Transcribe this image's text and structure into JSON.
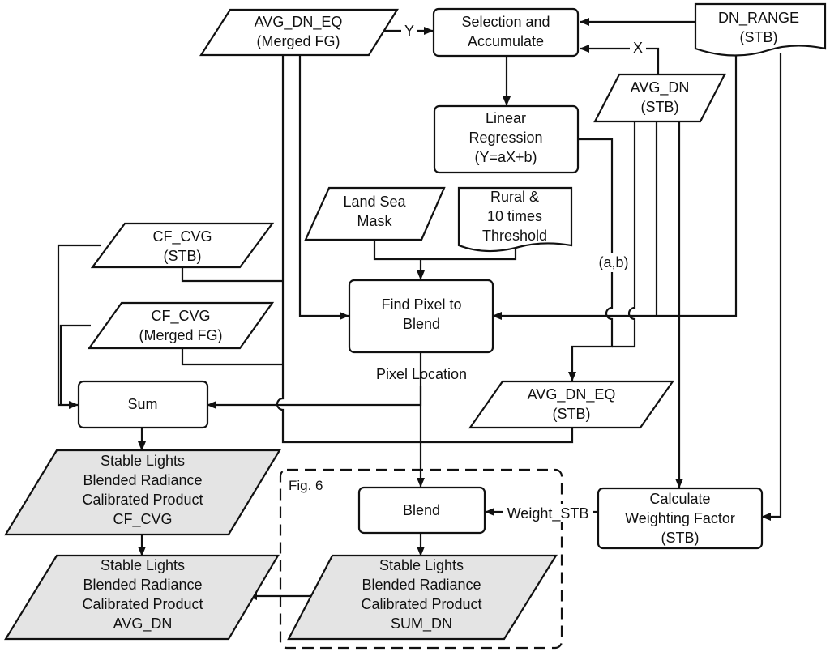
{
  "nodes": {
    "avg_dn_eq_merged": [
      "AVG_DN_EQ",
      "(Merged FG)"
    ],
    "selection": [
      "Selection and",
      "Accumulate"
    ],
    "dn_range": [
      "DN_RANGE",
      "(STB)"
    ],
    "avg_dn_stb": [
      "AVG_DN",
      "(STB)"
    ],
    "linear_regression": [
      "Linear",
      "Regression",
      "(Y=aX+b)"
    ],
    "land_sea_mask": [
      "Land Sea",
      "Mask"
    ],
    "rural": [
      "Rural &",
      "10 times",
      "Threshold"
    ],
    "cf_cvg_stb": [
      "CF_CVG",
      "(STB)"
    ],
    "cf_cvg_merged": [
      "CF_CVG",
      "(Merged FG)"
    ],
    "find_pixel": [
      "Find Pixel to",
      "Blend"
    ],
    "sum": [
      "Sum"
    ],
    "avg_dn_eq_stb": [
      "AVG_DN_EQ",
      "(STB)"
    ],
    "product_cf_cvg": [
      "Stable Lights",
      "Blended Radiance",
      "Calibrated Product",
      "CF_CVG"
    ],
    "blend": [
      "Blend"
    ],
    "weighting": [
      "Calculate",
      "Weighting Factor",
      "(STB)"
    ],
    "product_avg_dn": [
      "Stable Lights",
      "Blended Radiance",
      "Calibrated Product",
      "AVG_DN"
    ],
    "product_sum_dn": [
      "Stable Lights",
      "Blended Radiance",
      "Calibrated Product",
      "SUM_DN"
    ]
  },
  "edge_labels": {
    "y": "Y",
    "x": "X",
    "ab": "(a,b)",
    "pixel_location": "Pixel Location",
    "weight": "Weight_STB"
  },
  "group_label": "Fig. 6"
}
